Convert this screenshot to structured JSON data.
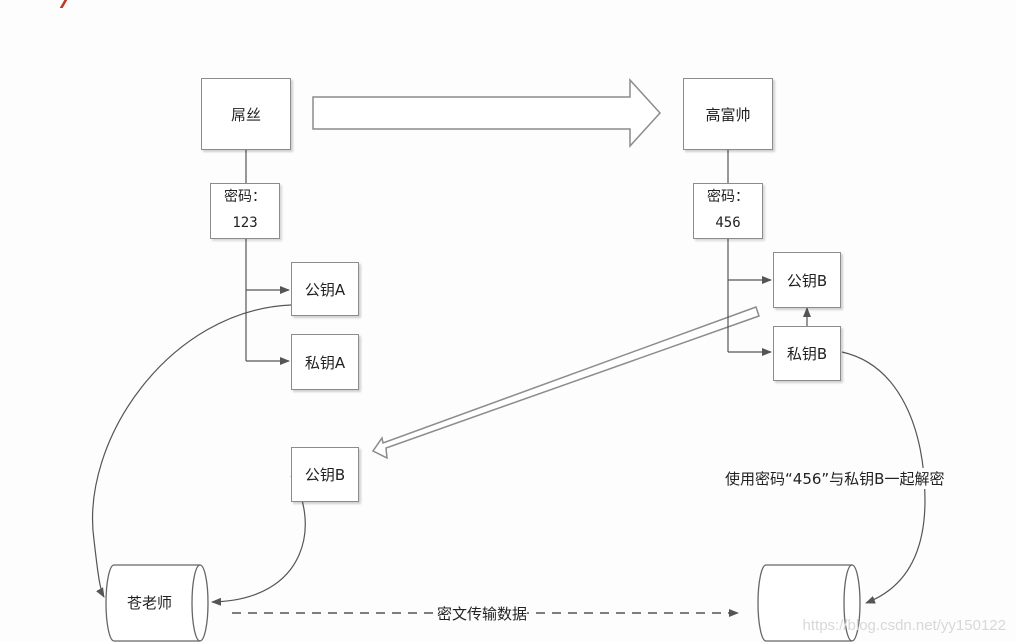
{
  "nodes": {
    "diaosi": "屌丝",
    "gaofushuai": "高富帅",
    "cang": "苍老师"
  },
  "passwords": {
    "left": {
      "label": "密码：",
      "value": "123"
    },
    "right": {
      "label": "密码：",
      "value": "456"
    }
  },
  "keys": {
    "public_a": "公钥A",
    "private_a": "私钥A",
    "public_b_right": "公钥B",
    "private_b": "私钥B",
    "public_b_left": "公钥B"
  },
  "annotations": {
    "decrypt_note": "使用密码“456”与私钥B一起解密",
    "transmit": "密文传输数据"
  },
  "watermark": "https://blog.csdn.net/yy150122",
  "colors": {
    "line": "#555555",
    "box_border": "#8c8c8c"
  }
}
